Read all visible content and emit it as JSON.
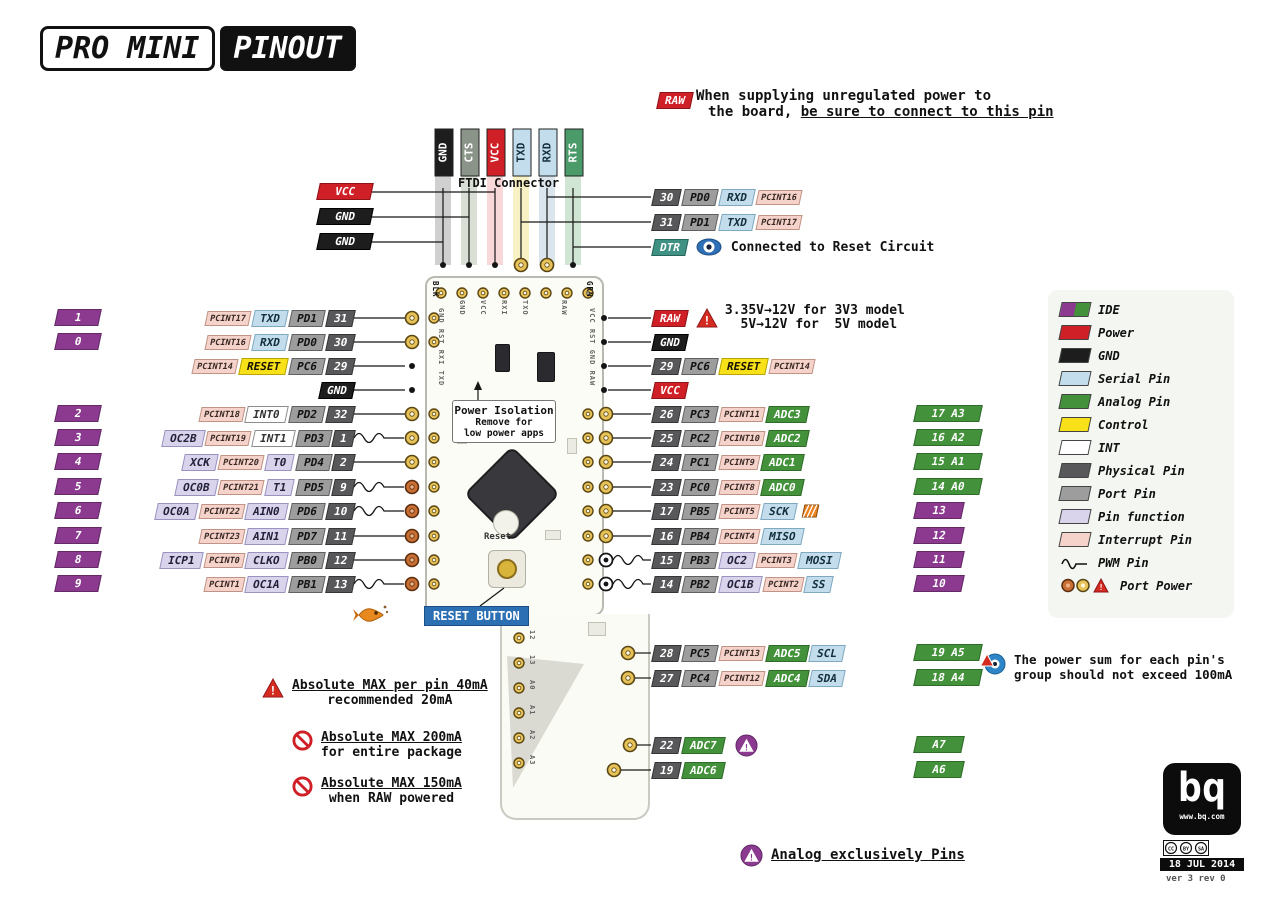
{
  "title": {
    "pro_mini": "PRO MINI",
    "pinout": "PINOUT"
  },
  "colors": {
    "ide_purple": "#8b3a8f",
    "ide_green": "#44913b",
    "power_red": "#cf2027",
    "gnd_black": "#1d1d1d",
    "serial_blue": "#c3dded",
    "analog_green": "#44913b",
    "control_yellow": "#f8e118",
    "physical_gray": "#58585a",
    "port_gray": "#9d9d9d",
    "function_lavender": "#d9d3ec",
    "interrupt_pink": "#f5d3ca",
    "teal": "#3e9183",
    "reset_button_blue": "#2d6fb3"
  },
  "raw_note": {
    "badge": "RAW",
    "line1": "When supplying unregulated power to",
    "line2_pre": "the board, ",
    "line2_underlined": "be sure to connect to this pin"
  },
  "ftdi": {
    "connector_label": "FTDI Connector",
    "pins": [
      [
        "GND",
        "gnd"
      ],
      [
        "CTS",
        "cts"
      ],
      [
        "VCC",
        "power"
      ],
      [
        "TXD",
        "serial"
      ],
      [
        "RXD",
        "serial"
      ],
      [
        "RTS",
        "rts"
      ]
    ],
    "left_badges": [
      [
        "VCC",
        "power"
      ],
      [
        "GND",
        "gnd"
      ],
      [
        "GND",
        "gnd"
      ]
    ]
  },
  "top_right_rows": [
    {
      "badges": [
        [
          "30",
          "phys"
        ],
        [
          "PD0",
          "port"
        ],
        [
          "RXD",
          "serial"
        ],
        [
          "PCINT16",
          "int"
        ]
      ]
    },
    {
      "badges": [
        [
          "31",
          "phys"
        ],
        [
          "PD1",
          "port"
        ],
        [
          "TXD",
          "serial"
        ],
        [
          "PCINT17",
          "int"
        ]
      ]
    },
    {
      "badges": [
        [
          "DTR",
          "teal"
        ]
      ],
      "icon": "eye",
      "note": "Connected to Reset Circuit"
    }
  ],
  "left_rows": [
    {
      "ide": "1",
      "badges": [
        [
          "PCINT17",
          "int"
        ],
        [
          "TXD",
          "serial"
        ],
        [
          "PD1",
          "port"
        ],
        [
          "31",
          "phys"
        ]
      ],
      "pad": "gold"
    },
    {
      "ide": "0",
      "badges": [
        [
          "PCINT16",
          "int"
        ],
        [
          "RXD",
          "serial"
        ],
        [
          "PD0",
          "port"
        ],
        [
          "30",
          "phys"
        ]
      ],
      "pad": "gold"
    },
    {
      "ide": null,
      "badges": [
        [
          "PCINT14",
          "int"
        ],
        [
          "RESET",
          "control"
        ],
        [
          "PC6",
          "port"
        ],
        [
          "29",
          "phys"
        ]
      ],
      "pad": "dot"
    },
    {
      "ide": null,
      "badges": [
        [
          "GND",
          "gnd"
        ]
      ],
      "pad": "dot"
    },
    {
      "ide": "2",
      "badges": [
        [
          "PCINT18",
          "int"
        ],
        [
          "INT0",
          "intf"
        ],
        [
          "PD2",
          "port"
        ],
        [
          "32",
          "phys"
        ]
      ],
      "pad": "gold"
    },
    {
      "ide": "3",
      "badges": [
        [
          "OC2B",
          "func"
        ],
        [
          "PCINT19",
          "int"
        ],
        [
          "INT1",
          "intf"
        ],
        [
          "PD3",
          "port"
        ],
        [
          "1",
          "phys"
        ]
      ],
      "pad": "gold",
      "pwm": true
    },
    {
      "ide": "4",
      "badges": [
        [
          "XCK",
          "func"
        ],
        [
          "PCINT20",
          "int"
        ],
        [
          "T0",
          "func"
        ],
        [
          "PD4",
          "port"
        ],
        [
          "2",
          "phys"
        ]
      ],
      "pad": "gold"
    },
    {
      "ide": "5",
      "badges": [
        [
          "OC0B",
          "func"
        ],
        [
          "PCINT21",
          "int"
        ],
        [
          "T1",
          "func"
        ],
        [
          "PD5",
          "port"
        ],
        [
          "9",
          "phys"
        ]
      ],
      "pad": "orange",
      "pwm": true
    },
    {
      "ide": "6",
      "badges": [
        [
          "OC0A",
          "func"
        ],
        [
          "PCINT22",
          "int"
        ],
        [
          "AIN0",
          "func"
        ],
        [
          "PD6",
          "port"
        ],
        [
          "10",
          "phys"
        ]
      ],
      "pad": "orange",
      "pwm": true
    },
    {
      "ide": "7",
      "badges": [
        [
          "PCINT23",
          "int"
        ],
        [
          "AIN1",
          "func"
        ],
        [
          "PD7",
          "port"
        ],
        [
          "11",
          "phys"
        ]
      ],
      "pad": "orange"
    },
    {
      "ide": "8",
      "badges": [
        [
          "ICP1",
          "func"
        ],
        [
          "PCINT0",
          "int"
        ],
        [
          "CLKO",
          "func"
        ],
        [
          "PB0",
          "port"
        ],
        [
          "12",
          "phys"
        ]
      ],
      "pad": "orange"
    },
    {
      "ide": "9",
      "badges": [
        [
          "PCINT1",
          "int"
        ],
        [
          "OC1A",
          "func"
        ],
        [
          "PB1",
          "port"
        ],
        [
          "13",
          "phys"
        ]
      ],
      "pad": "orange",
      "pwm": true
    }
  ],
  "right_rows": [
    {
      "badges": [
        [
          "RAW",
          "power"
        ]
      ],
      "pad": "dot",
      "warn": true,
      "notes": [
        "3.35V→12V for 3V3 model",
        "  5V→12V for  5V model"
      ]
    },
    {
      "badges": [
        [
          "GND",
          "gnd"
        ]
      ],
      "pad": "dot"
    },
    {
      "badges": [
        [
          "29",
          "phys"
        ],
        [
          "PC6",
          "port"
        ],
        [
          "RESET",
          "control"
        ],
        [
          "PCINT14",
          "int"
        ]
      ],
      "pad": "dot"
    },
    {
      "badges": [
        [
          "VCC",
          "power"
        ]
      ],
      "pad": "dot"
    },
    {
      "badges": [
        [
          "26",
          "phys"
        ],
        [
          "PC3",
          "port"
        ],
        [
          "PCINT11",
          "int"
        ],
        [
          "ADC3",
          "analog"
        ]
      ],
      "pad": "gold",
      "ide": [
        "17 A3",
        "green"
      ]
    },
    {
      "badges": [
        [
          "25",
          "phys"
        ],
        [
          "PC2",
          "port"
        ],
        [
          "PCINT10",
          "int"
        ],
        [
          "ADC2",
          "analog"
        ]
      ],
      "pad": "gold",
      "ide": [
        "16 A2",
        "green"
      ]
    },
    {
      "badges": [
        [
          "24",
          "phys"
        ],
        [
          "PC1",
          "port"
        ],
        [
          "PCINT9",
          "int"
        ],
        [
          "ADC1",
          "analog"
        ]
      ],
      "pad": "gold",
      "ide": [
        "15 A1",
        "green"
      ]
    },
    {
      "badges": [
        [
          "23",
          "phys"
        ],
        [
          "PC0",
          "port"
        ],
        [
          "PCINT8",
          "int"
        ],
        [
          "ADC0",
          "analog"
        ]
      ],
      "pad": "gold",
      "ide": [
        "14 A0",
        "green"
      ]
    },
    {
      "badges": [
        [
          "17",
          "phys"
        ],
        [
          "PB5",
          "port"
        ],
        [
          "PCINT5",
          "int"
        ],
        [
          "SCK",
          "serial"
        ]
      ],
      "pad": "gold",
      "ide": [
        "13",
        "purple"
      ],
      "extra": "hatch"
    },
    {
      "badges": [
        [
          "16",
          "phys"
        ],
        [
          "PB4",
          "port"
        ],
        [
          "PCINT4",
          "int"
        ],
        [
          "MISO",
          "serial"
        ]
      ],
      "pad": "gold",
      "ide": [
        "12",
        "purple"
      ]
    },
    {
      "badges": [
        [
          "15",
          "phys"
        ],
        [
          "PB3",
          "port"
        ],
        [
          "OC2",
          "func"
        ],
        [
          "PCINT3",
          "int"
        ],
        [
          "MOSI",
          "serial"
        ]
      ],
      "pad": "ring",
      "pwm": true,
      "ide": [
        "11",
        "purple"
      ]
    },
    {
      "badges": [
        [
          "14",
          "phys"
        ],
        [
          "PB2",
          "port"
        ],
        [
          "OC1B",
          "func"
        ],
        [
          "PCINT2",
          "int"
        ],
        [
          "SS",
          "serial"
        ]
      ],
      "pad": "ring",
      "pwm": true,
      "ide": [
        "10",
        "purple"
      ]
    }
  ],
  "bottom_rows": [
    {
      "badges": [
        [
          "28",
          "phys"
        ],
        [
          "PC5",
          "port"
        ],
        [
          "PCINT13",
          "int"
        ],
        [
          "ADC5",
          "analog"
        ],
        [
          "SCL",
          "serial"
        ]
      ],
      "ide": [
        "19 A5",
        "green"
      ]
    },
    {
      "badges": [
        [
          "27",
          "phys"
        ],
        [
          "PC4",
          "port"
        ],
        [
          "PCINT12",
          "int"
        ],
        [
          "ADC4",
          "analog"
        ],
        [
          "SDA",
          "serial"
        ]
      ],
      "ide": [
        "18 A4",
        "green"
      ]
    },
    {
      "badges": [
        [
          "22",
          "phys"
        ],
        [
          "ADC7",
          "analog"
        ]
      ],
      "extra": "analog-warn",
      "ide": [
        "A7",
        "green"
      ]
    },
    {
      "badges": [
        [
          "19",
          "phys"
        ],
        [
          "ADC6",
          "analog"
        ]
      ],
      "ide": [
        "A6",
        "green"
      ]
    }
  ],
  "board": {
    "blk": "BLK",
    "grn": "GRN",
    "top_pin_labels": [
      "GND",
      "VCC",
      "RXI",
      "TXO"
    ],
    "raw_label": "RAW",
    "left_col_text": "GND RST RXI TXD",
    "right_col_text": "VCC RST GND RAW",
    "power_isolation": [
      "Power Isolation",
      "Remove for",
      "low power apps"
    ],
    "reset_label": "Reset",
    "reset_button_label": "RESET BUTTON",
    "lower_pad_labels": [
      "12",
      "13",
      "A0",
      "A1",
      "A2",
      "A3"
    ]
  },
  "legend": {
    "items": [
      {
        "label": "IDE",
        "type": "ide"
      },
      {
        "label": "Power",
        "type": "power"
      },
      {
        "label": "GND",
        "type": "gnd"
      },
      {
        "label": "Serial Pin",
        "type": "serial"
      },
      {
        "label": "Analog Pin",
        "type": "analog"
      },
      {
        "label": "Control",
        "type": "control"
      },
      {
        "label": "INT",
        "type": "intf"
      },
      {
        "label": "Physical Pin",
        "type": "phys"
      },
      {
        "label": "Port Pin",
        "type": "port"
      },
      {
        "label": "Pin function",
        "type": "func"
      },
      {
        "label": "Interrupt Pin",
        "type": "int"
      },
      {
        "label": "PWM Pin",
        "type": "pwm"
      },
      {
        "label": "Port Power",
        "type": "portpower"
      }
    ]
  },
  "warnings": {
    "max_pin_line1": "Absolute MAX per pin 40mA",
    "max_pin_line2": "recommended 20mA",
    "max_package_line1": "Absolute MAX 200mA",
    "max_package_line2": "for entire package",
    "max_raw_line1": "Absolute MAX 150mA",
    "max_raw_line2": "when RAW powered",
    "power_sum_line1": "The power sum for each pin's",
    "power_sum_line2": "group should not exceed 100mA",
    "analog_note": "Analog exclusively Pins"
  },
  "footer": {
    "logo": "bq",
    "url": "www.bq.com",
    "date": "18 JUL 2014",
    "version": "ver 3 rev 0",
    "cc_icons": [
      "CC",
      "BY",
      "SA"
    ]
  }
}
